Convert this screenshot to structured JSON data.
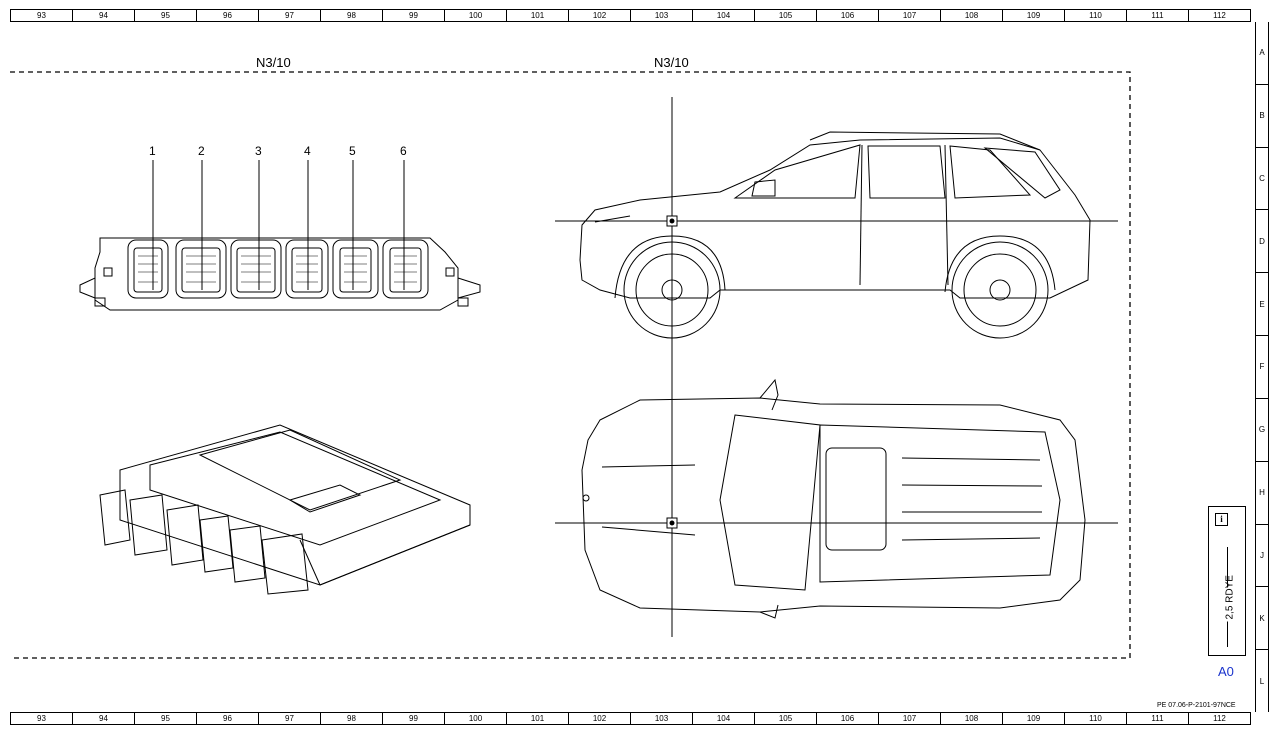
{
  "grid": {
    "columns": [
      "93",
      "94",
      "95",
      "96",
      "97",
      "98",
      "99",
      "100",
      "101",
      "102",
      "103",
      "104",
      "105",
      "106",
      "107",
      "108",
      "109",
      "110",
      "111",
      "112"
    ],
    "rows": [
      "A",
      "B",
      "C",
      "D",
      "E",
      "F",
      "G",
      "H",
      "J",
      "K",
      "L"
    ]
  },
  "titles": {
    "left": "N3/10",
    "right": "N3/10"
  },
  "connector_numbers": [
    "1",
    "2",
    "3",
    "4",
    "5",
    "6"
  ],
  "info_box": {
    "icon": "i",
    "wire_label": "2,5 RDYE"
  },
  "sheet_id": "A0",
  "doc_code": "PE 07.06-P-2101-97NCE"
}
